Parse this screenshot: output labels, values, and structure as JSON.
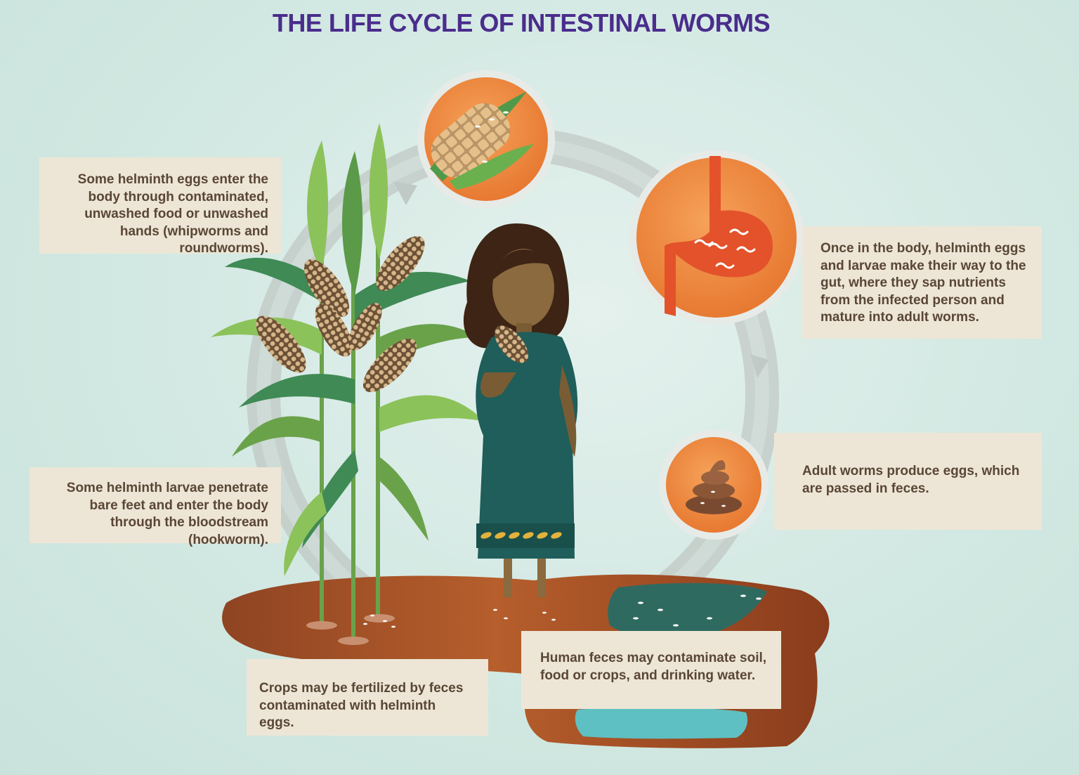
{
  "title": "THE LIFE CYCLE OF INTESTINAL WORMS",
  "captions": {
    "ingest": "Some helminth eggs enter the body through contaminated, unwashed food or unwashed hands (whipworms and roundworms).",
    "gut": "Once in the body, helminth eggs and larvae make their way to the gut, where they sap nutrients from the infected person and mature into adult worms.",
    "feces": "Adult worms produce eggs, which are passed in feces.",
    "skin": "Some helminth larvae penetrate bare feet and enter the body through the bloodstream (hookworm).",
    "crops": "Crops may be fertilized by feces contaminated with helminth eggs.",
    "contamination": "Human feces may contaminate soil, food or crops, and drinking water."
  },
  "colors": {
    "title": "#4a2d8c",
    "caption_bg": "#ede6d6",
    "caption_text": "#5a4636",
    "circle_orange": "#f08a3c",
    "soil": "#a8542a",
    "leaf_dark": "#3f8a55",
    "leaf_light": "#8cc25a",
    "dress": "#1f5e5a",
    "skin": "#8a6a3e"
  },
  "icons": [
    "corn-cob-icon",
    "stomach-icon",
    "feces-icon",
    "cycle-arrow-icon"
  ]
}
